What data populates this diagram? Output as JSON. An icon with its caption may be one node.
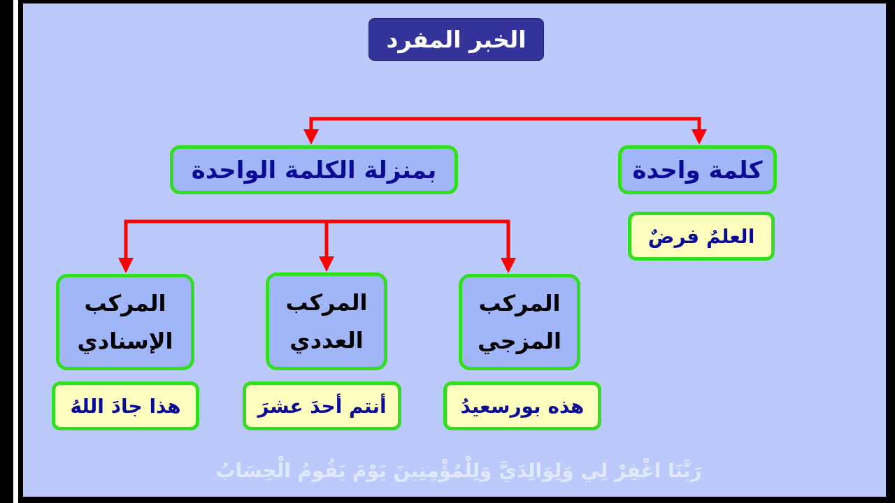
{
  "diagram": {
    "title": "الخبر المفرد",
    "nodes": [
      {
        "text": [
          "كلمة واحدة"
        ]
      },
      {
        "text": [
          "بمنزلة الكلمة الواحدة"
        ]
      },
      {
        "text": [
          "العلمُ فرضٌ"
        ]
      },
      {
        "text": [
          "المركب المزجي"
        ]
      },
      {
        "text": [
          "المركب العددي"
        ]
      },
      {
        "text": [
          "المركب الإسنادي"
        ]
      },
      {
        "text": [
          "هذه بورسعيدُ"
        ]
      },
      {
        "text": [
          "أنتم أحدَ عشرَ"
        ]
      },
      {
        "text": [
          "هذا جادَ اللهُ"
        ]
      }
    ],
    "edges": [
      {
        "from": null,
        "to": 0,
        "arrow": "to"
      },
      {
        "from": null,
        "to": 1,
        "arrow": "to"
      },
      {
        "from": null,
        "to": 3,
        "arrow": "to"
      },
      {
        "from": null,
        "to": 4,
        "arrow": "to"
      },
      {
        "from": null,
        "to": 5,
        "arrow": "to"
      }
    ],
    "labels": [
      "رَبَّنَا اغْفِرْ لِي وَلِوَالِدَيَّ وَلِلْمُؤْمِنِينَ يَوْمَ يَقُومُ الْحِسَابُ"
    ]
  }
}
